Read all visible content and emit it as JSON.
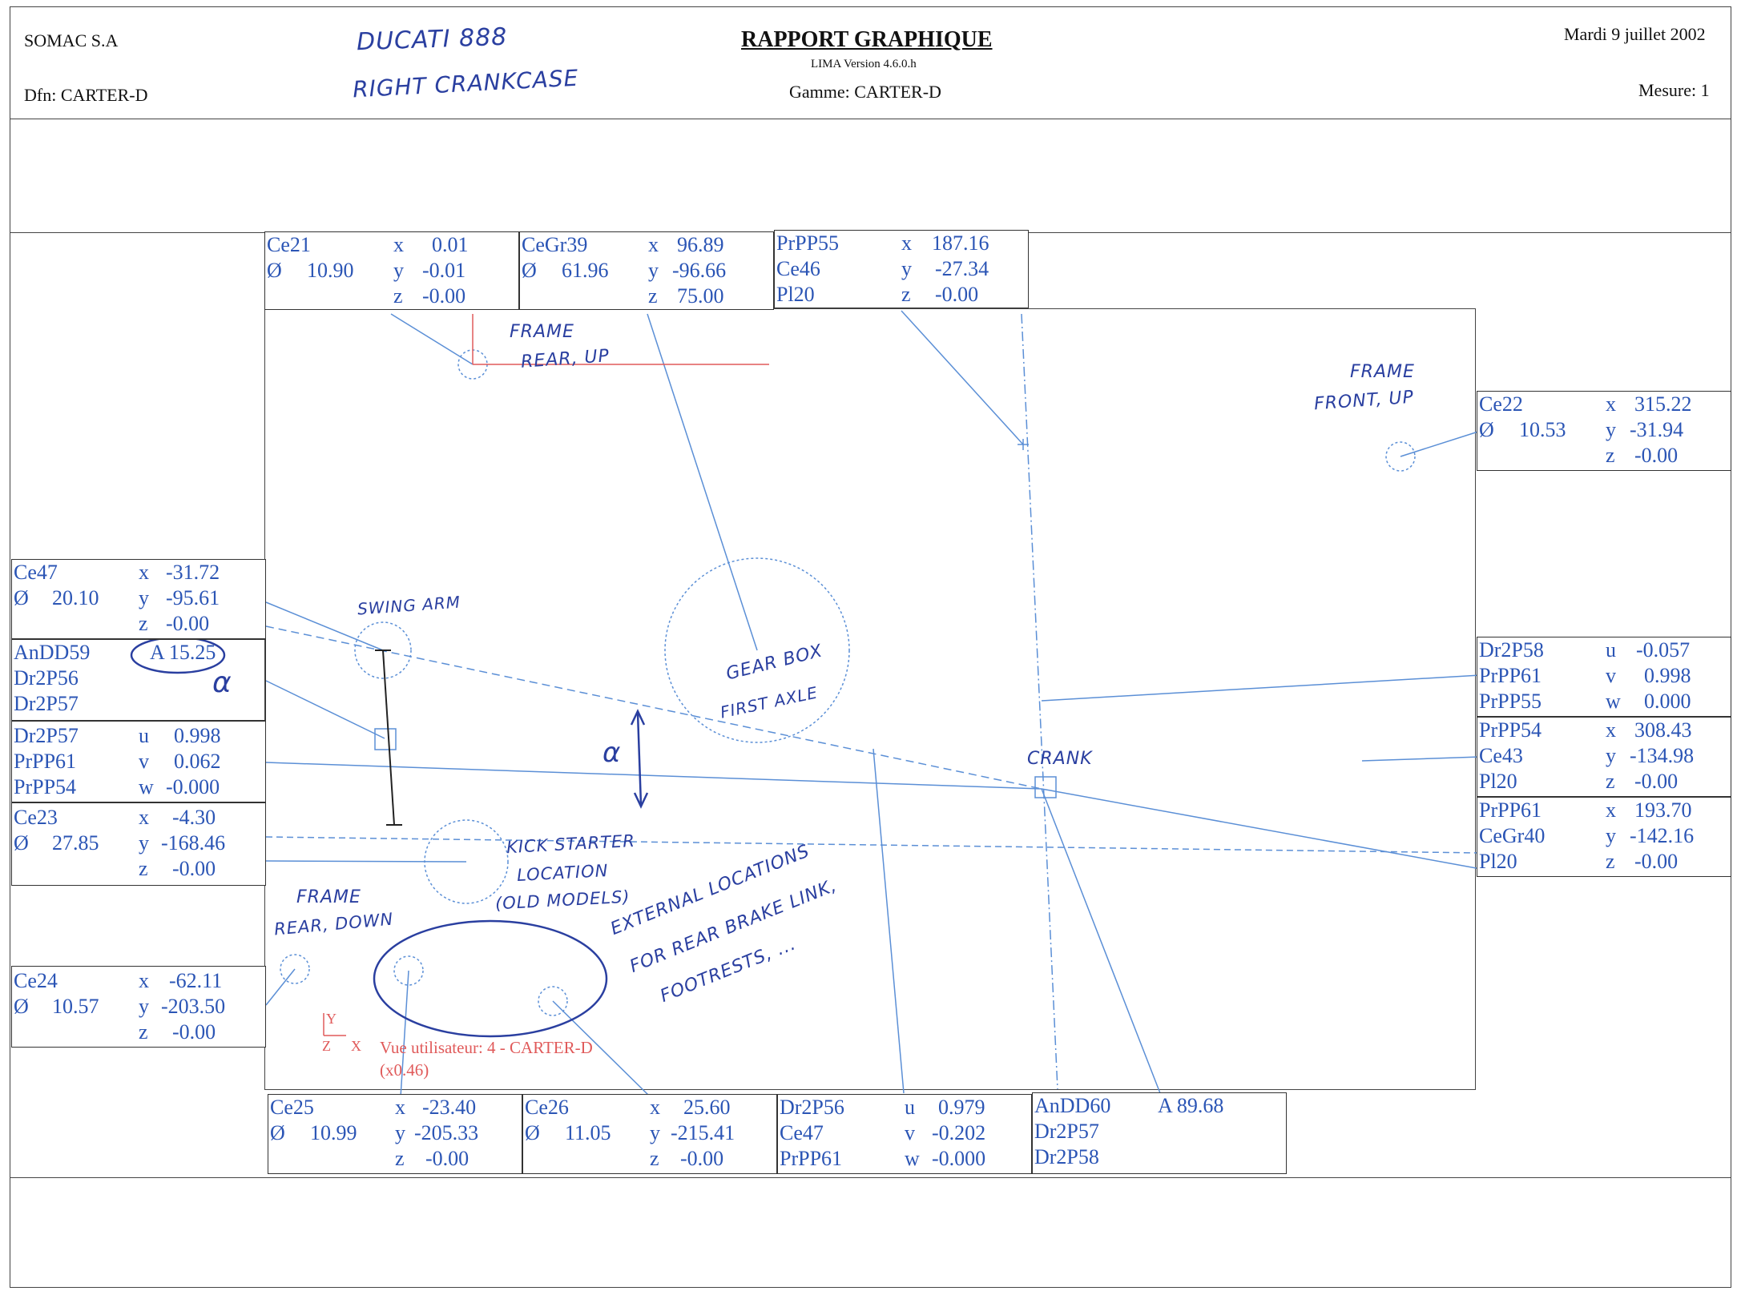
{
  "header": {
    "company": "SOMAC S.A",
    "dfn": "Dfn: CARTER-D",
    "title": "RAPPORT GRAPHIQUE",
    "version": "LIMA Version 4.6.0.h",
    "gamme": "Gamme: CARTER-D",
    "date": "Mardi 9 juillet 2002",
    "mesure": "Mesure: 1",
    "handwritten_line1": "DUCATI 888",
    "handwritten_line2": "RIGHT CRANKCASE"
  },
  "view": {
    "axes_y": "Y",
    "axes_z": "Z",
    "axes_x": "X",
    "caption": "Vue utilisateur: 4 - CARTER-D",
    "scale": "(x0.46)"
  },
  "annotations": {
    "frame_rear_up_1": "FRAME",
    "frame_rear_up_2": "REAR, UP",
    "frame_front_up_1": "FRAME",
    "frame_front_up_2": "FRONT, UP",
    "swing_arm": "SWING ARM",
    "gear_box_1": "GEAR BOX",
    "gear_box_2": "FIRST AXLE",
    "alpha": "α",
    "crank": "CRANK",
    "kick_1": "KICK STARTER",
    "kick_2": "LOCATION",
    "kick_3": "(OLD MODELS)",
    "frame_rear_down_1": "FRAME",
    "frame_rear_down_2": "REAR, DOWN",
    "external_1": "EXTERNAL LOCATIONS",
    "external_2": "FOR REAR BRAKE LINK,",
    "external_3": "FOOTRESTS, ..."
  },
  "boxes": {
    "ce21": {
      "r1": [
        "Ce21",
        "x",
        "0.01"
      ],
      "r2": [
        "Ø",
        "10.90",
        "y",
        "-0.01"
      ],
      "r3": [
        "z",
        "-0.00"
      ]
    },
    "cegr39": {
      "r1": [
        "CeGr39",
        "x",
        "96.89"
      ],
      "r2": [
        "Ø",
        "61.96",
        "y",
        "-96.66"
      ],
      "r3": [
        "z",
        "75.00"
      ]
    },
    "prpp55": {
      "r1": [
        "PrPP55",
        "x",
        "187.16"
      ],
      "r2": [
        "Ce46",
        "y",
        "-27.34"
      ],
      "r3": [
        "Pl20",
        "z",
        "-0.00"
      ]
    },
    "ce22": {
      "r1": [
        "Ce22",
        "x",
        "315.22"
      ],
      "r2": [
        "Ø",
        "10.53",
        "y",
        "-31.94"
      ],
      "r3": [
        "z",
        "-0.00"
      ]
    },
    "ce47": {
      "r1": [
        "Ce47",
        "x",
        "-31.72"
      ],
      "r2": [
        "Ø",
        "20.10",
        "y",
        "-95.61"
      ],
      "r3": [
        "z",
        "-0.00"
      ]
    },
    "andd59": {
      "r1": [
        "AnDD59",
        "A 15.25"
      ],
      "r2": [
        "Dr2P56"
      ],
      "r3": [
        "Dr2P57"
      ],
      "hand": "α"
    },
    "dr2p57": {
      "r1": [
        "Dr2P57",
        "u",
        "0.998"
      ],
      "r2": [
        "PrPP61",
        "v",
        "0.062"
      ],
      "r3": [
        "PrPP54",
        "w",
        "-0.000"
      ]
    },
    "ce23": {
      "r1": [
        "Ce23",
        "x",
        "-4.30"
      ],
      "r2": [
        "Ø",
        "27.85",
        "y",
        "-168.46"
      ],
      "r3": [
        "z",
        "-0.00"
      ]
    },
    "ce24": {
      "r1": [
        "Ce24",
        "x",
        "-62.11"
      ],
      "r2": [
        "Ø",
        "10.57",
        "y",
        "-203.50"
      ],
      "r3": [
        "z",
        "-0.00"
      ]
    },
    "dr2p58": {
      "r1": [
        "Dr2P58",
        "u",
        "-0.057"
      ],
      "r2": [
        "PrPP61",
        "v",
        "0.998"
      ],
      "r3": [
        "PrPP55",
        "w",
        "0.000"
      ]
    },
    "prpp54": {
      "r1": [
        "PrPP54",
        "x",
        "308.43"
      ],
      "r2": [
        "Ce43",
        "y",
        "-134.98"
      ],
      "r3": [
        "Pl20",
        "z",
        "-0.00"
      ]
    },
    "prpp61": {
      "r1": [
        "PrPP61",
        "x",
        "193.70"
      ],
      "r2": [
        "CeGr40",
        "y",
        "-142.16"
      ],
      "r3": [
        "Pl20",
        "z",
        "-0.00"
      ]
    },
    "ce25": {
      "r1": [
        "Ce25",
        "x",
        "-23.40"
      ],
      "r2": [
        "Ø",
        "10.99",
        "y",
        "-205.33"
      ],
      "r3": [
        "z",
        "-0.00"
      ]
    },
    "ce26": {
      "r1": [
        "Ce26",
        "x",
        "25.60"
      ],
      "r2": [
        "Ø",
        "11.05",
        "y",
        "-215.41"
      ],
      "r3": [
        "z",
        "-0.00"
      ]
    },
    "dr2p56": {
      "r1": [
        "Dr2P56",
        "u",
        "0.979"
      ],
      "r2": [
        "Ce47",
        "v",
        "-0.202"
      ],
      "r3": [
        "PrPP61",
        "w",
        "-0.000"
      ]
    },
    "andd60": {
      "r1": [
        "AnDD60",
        "A 89.68"
      ],
      "r2": [
        "Dr2P57"
      ],
      "r3": [
        "Dr2P58"
      ]
    }
  },
  "colors": {
    "print_blue": "#2b55b5",
    "ink_blue": "#2a3fa0",
    "view_red": "#e05a5a",
    "line_blue": "#5b8fd6"
  }
}
